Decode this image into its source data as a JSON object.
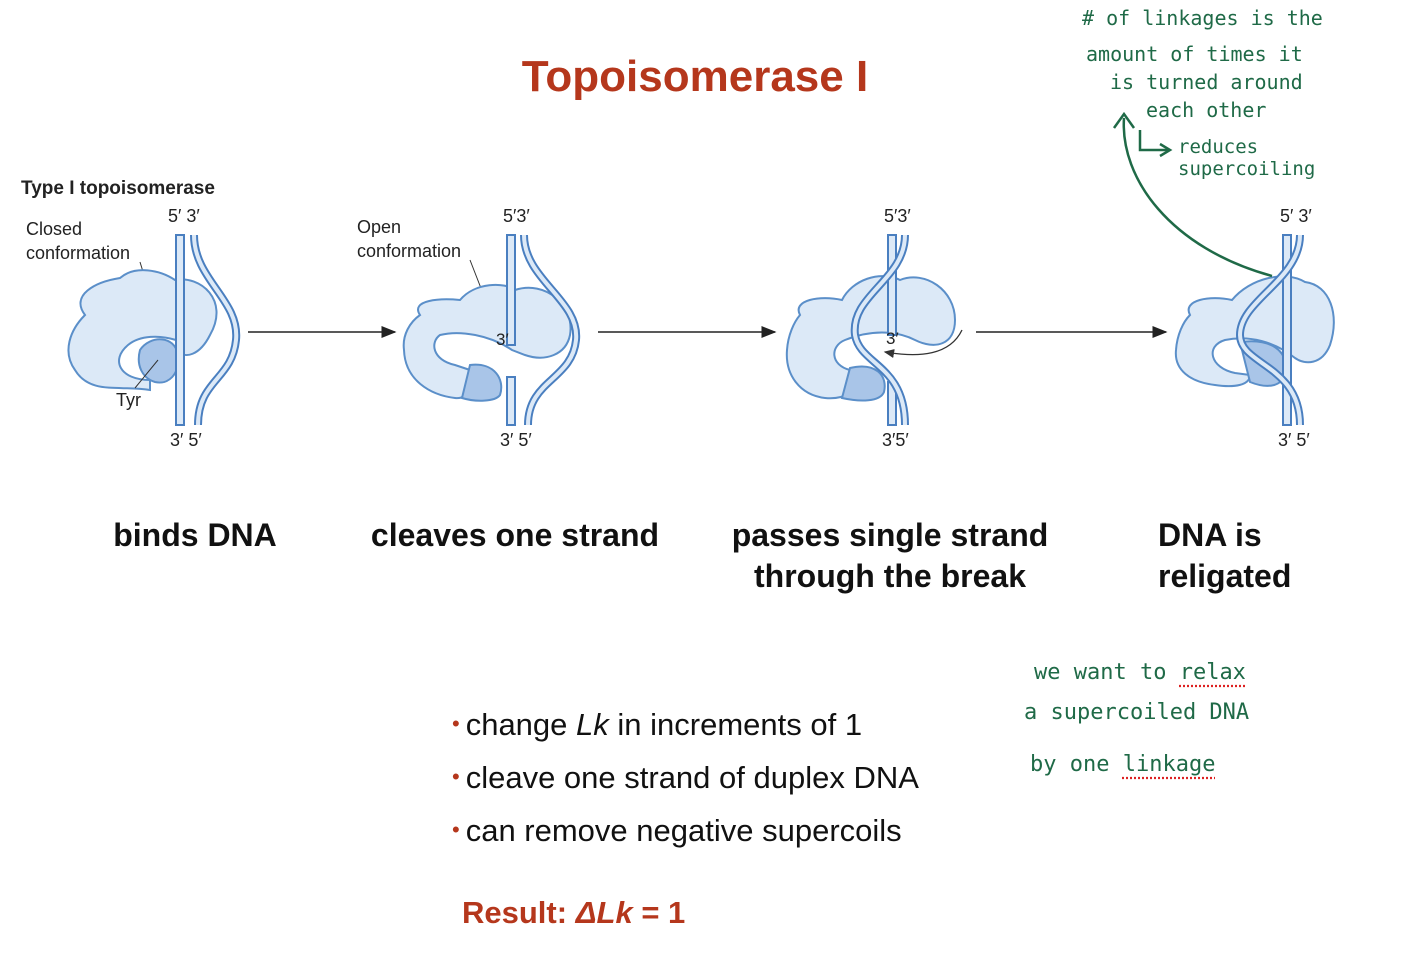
{
  "title": "Topoisomerase I",
  "figure": {
    "heading": "Type I topoisomerase",
    "closed_label_1": "Closed",
    "closed_label_2": "conformation",
    "open_label_1": "Open",
    "open_label_2": "conformation",
    "tyr_label": "Tyr",
    "three_prime": "3′",
    "panels": [
      {
        "top": "5′ 3′",
        "bottom": "3′ 5′"
      },
      {
        "top": "5′3′",
        "bottom": "3′ 5′"
      },
      {
        "top": "5′3′",
        "bottom": "3′5′"
      },
      {
        "top": "5′ 3′",
        "bottom": "3′ 5′"
      }
    ]
  },
  "steps": [
    {
      "line1": "binds DNA",
      "line2": ""
    },
    {
      "line1": "cleaves one strand",
      "line2": ""
    },
    {
      "line1": "passes single strand",
      "line2": "through the break"
    },
    {
      "line1": "DNA is",
      "line2": "religated"
    }
  ],
  "bullets": [
    {
      "pre": "change ",
      "em": "Lk",
      "post": " in increments of 1"
    },
    {
      "pre": "cleave one strand of duplex DNA",
      "em": "",
      "post": ""
    },
    {
      "pre": "can remove negative supercoils",
      "em": "",
      "post": ""
    }
  ],
  "result": {
    "prefix": "Result: ",
    "delta": "Δ",
    "lk": "Lk",
    "suffix": " = 1"
  },
  "notes": {
    "top_1": "# of linkages is the",
    "top_2": "amount of times it",
    "top_3": "is turned around",
    "top_4": "each other",
    "top_5": "reduces supercoiling",
    "mid_1a": "we want to ",
    "mid_1b": "relax",
    "mid_2": "a supercoiled DNA",
    "mid_3a": "by one ",
    "mid_3b": "linkage"
  },
  "colors": {
    "title": "#b5371c",
    "protein_fill": "#dce9f7",
    "protein_stroke": "#5b8fc9",
    "dna": "#4a7fc0",
    "note": "#1f6a47"
  }
}
